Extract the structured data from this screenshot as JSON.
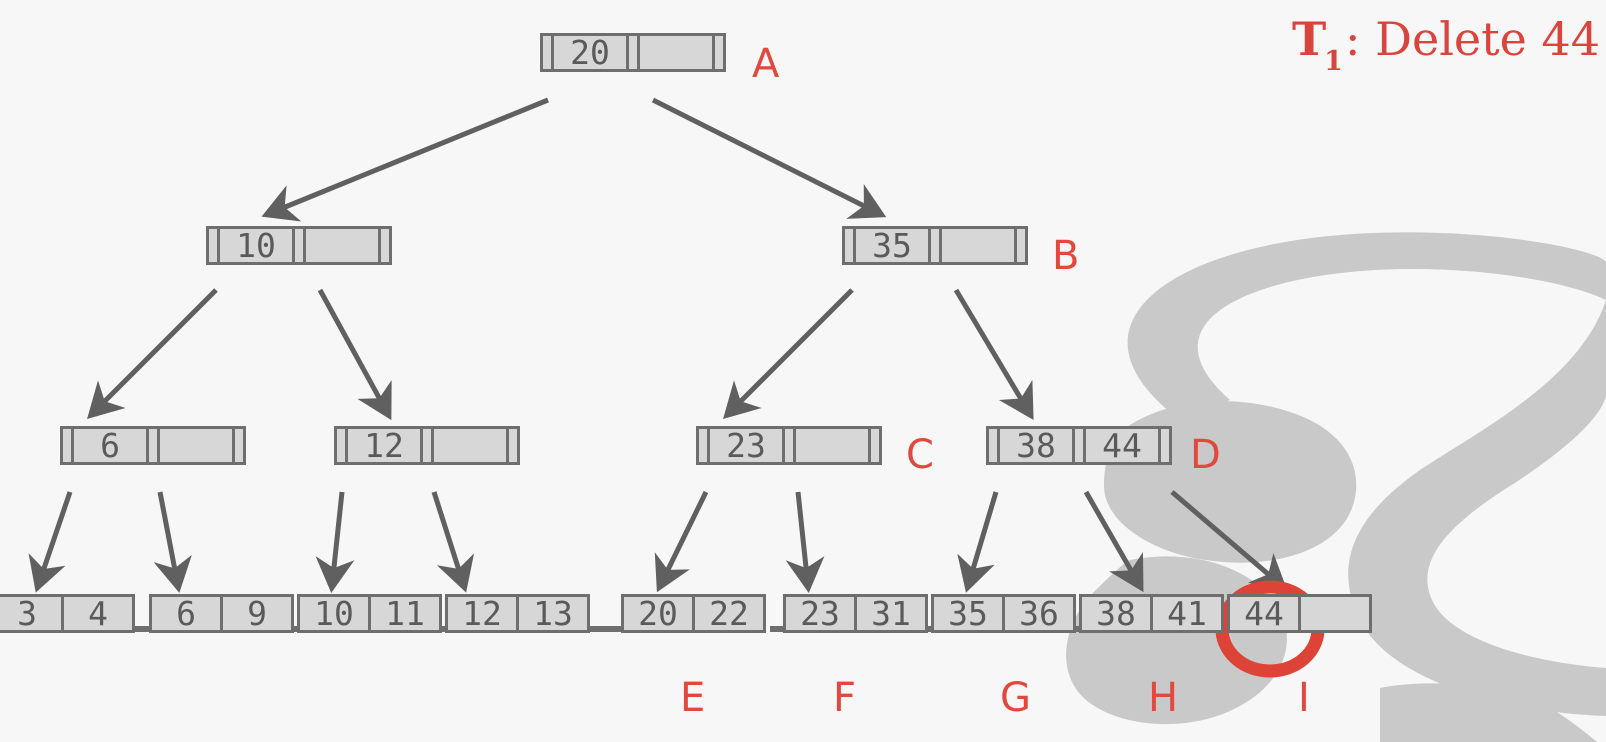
{
  "title": {
    "prefix": "T",
    "subscript": "1",
    "text": ": Delete 44"
  },
  "colors": {
    "background": "#f7f7f7",
    "cell_fill": "#d7d7d7",
    "cell_border": "#6e6e6e",
    "key_text": "#5a5a5a",
    "accent_red": "#dd4337",
    "label_red": "#e2483d",
    "edge": "#606060",
    "watermark": "#c9c9c9"
  },
  "tree": {
    "type": "b-plus-tree",
    "operation": "Delete 44",
    "internal_nodes": [
      {
        "id": "A",
        "label": "A",
        "level": 0,
        "keys": [
          "20",
          ""
        ],
        "slots": 2
      },
      {
        "id": "root-left",
        "label": "",
        "level": 1,
        "keys": [
          "10",
          ""
        ],
        "slots": 2
      },
      {
        "id": "B",
        "label": "B",
        "level": 1,
        "keys": [
          "35",
          ""
        ],
        "slots": 2
      },
      {
        "id": "n6",
        "label": "",
        "level": 2,
        "keys": [
          "6",
          ""
        ],
        "slots": 2
      },
      {
        "id": "n12",
        "label": "",
        "level": 2,
        "keys": [
          "12",
          ""
        ],
        "slots": 2
      },
      {
        "id": "C",
        "label": "C",
        "level": 2,
        "keys": [
          "23",
          ""
        ],
        "slots": 2
      },
      {
        "id": "D",
        "label": "D",
        "level": 2,
        "keys": [
          "38",
          "44"
        ],
        "slots": 2
      }
    ],
    "leaf_nodes": [
      {
        "id": "L1",
        "label": "",
        "keys": [
          "3",
          "4"
        ],
        "highlight": false
      },
      {
        "id": "L2",
        "label": "",
        "keys": [
          "6",
          "9"
        ],
        "highlight": false
      },
      {
        "id": "L3",
        "label": "",
        "keys": [
          "10",
          "11"
        ],
        "highlight": false
      },
      {
        "id": "L4",
        "label": "",
        "keys": [
          "12",
          "13"
        ],
        "highlight": false
      },
      {
        "id": "E",
        "label": "E",
        "keys": [
          "20",
          "22"
        ],
        "highlight": false
      },
      {
        "id": "F",
        "label": "F",
        "keys": [
          "23",
          "31"
        ],
        "highlight": false
      },
      {
        "id": "G",
        "label": "G",
        "keys": [
          "35",
          "36"
        ],
        "highlight": false
      },
      {
        "id": "H",
        "label": "H",
        "keys": [
          "38",
          "41"
        ],
        "highlight": false
      },
      {
        "id": "I",
        "label": "I",
        "keys": [
          "44",
          ""
        ],
        "highlight": true
      }
    ],
    "highlight_target": "44"
  }
}
